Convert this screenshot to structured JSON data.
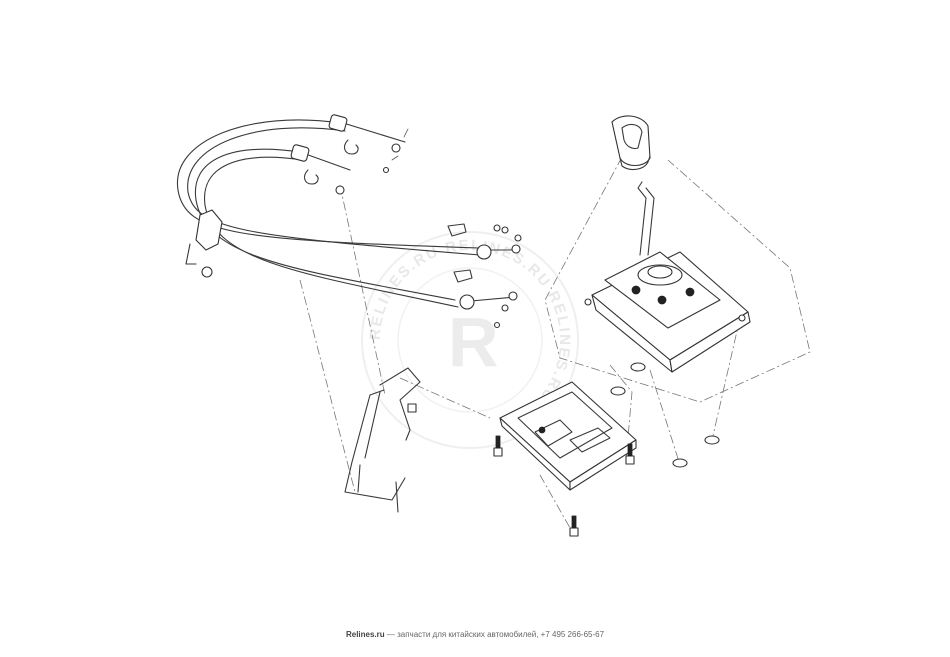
{
  "watermark": {
    "ring_text": "RELINES.RU  RELINES.RU  RELINES.RU",
    "letter": "R"
  },
  "footer": {
    "site": "Relines.ru",
    "text": " — запчасти для китайских автомобилей, +7 495 266-65-67"
  },
  "colors": {
    "line": "#333333",
    "watermark": "#e8e8e8",
    "background": "#ffffff"
  }
}
